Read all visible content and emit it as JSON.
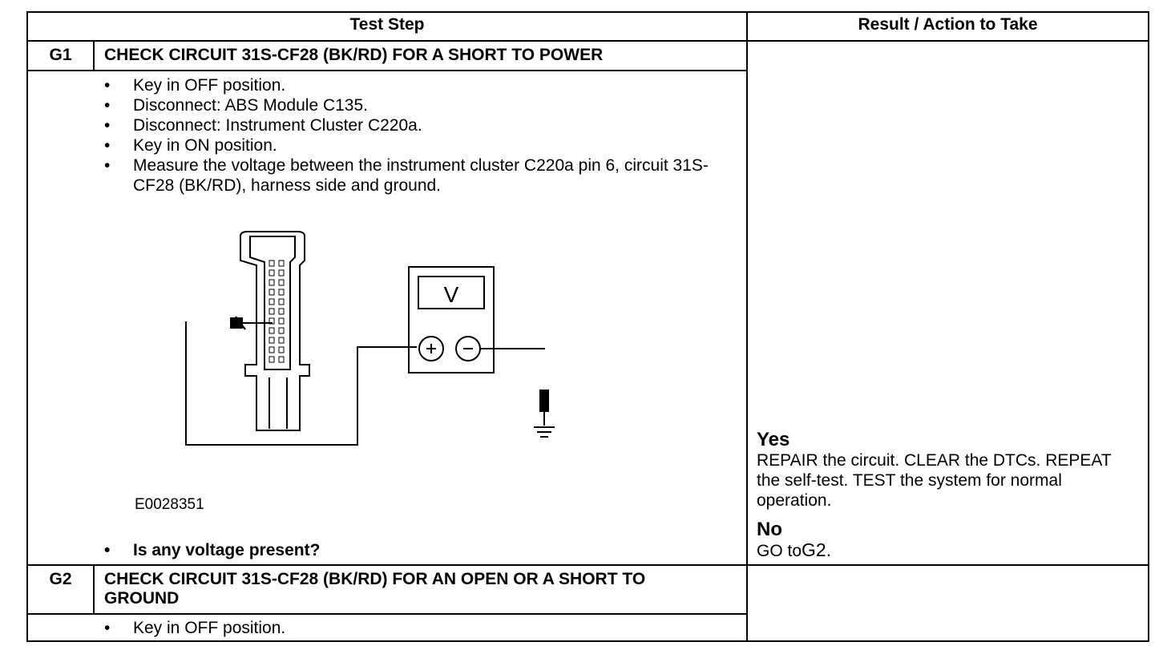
{
  "headers": {
    "test_step": "Test Step",
    "result_action": "Result / Action to Take"
  },
  "g1": {
    "id": "G1",
    "title": "CHECK CIRCUIT 31S-CF28 (BK/RD) FOR A SHORT TO POWER",
    "steps": [
      "Key in OFF position.",
      "Disconnect: ABS Module C135.",
      "Disconnect: Instrument Cluster C220a.",
      "Key in ON position.",
      "Measure the voltage between the instrument cluster C220a pin 6, circuit 31S-CF28 (BK/RD), harness side and ground."
    ],
    "figure_id": "E0028351",
    "meter_symbol": "V",
    "question": "Is any voltage present?",
    "yes_label": "Yes",
    "yes_text": "REPAIR the circuit. CLEAR the DTCs. REPEAT the self-test. TEST the system for normal operation.",
    "no_label": "No",
    "no_text": "GO to",
    "no_link": "G2.",
    "no_tail": "."
  },
  "g2": {
    "id": "G2",
    "title": "CHECK CIRCUIT 31S-CF28 (BK/RD) FOR AN OPEN OR A SHORT TO GROUND",
    "steps": [
      "Key in OFF position."
    ]
  }
}
